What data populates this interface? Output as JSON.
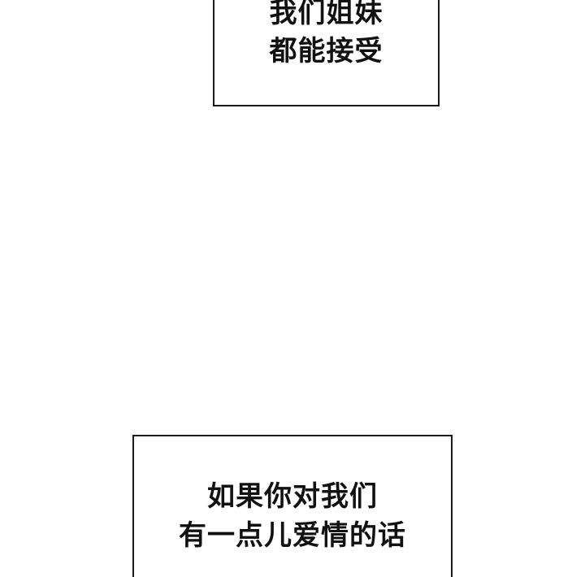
{
  "panel": {
    "background": "#ffffff",
    "captions": [
      {
        "lines": [
          "我们姐妹",
          "都能接受"
        ]
      },
      {
        "lines": [
          "如果你对我们",
          "有一点儿爱情的话"
        ]
      }
    ]
  }
}
